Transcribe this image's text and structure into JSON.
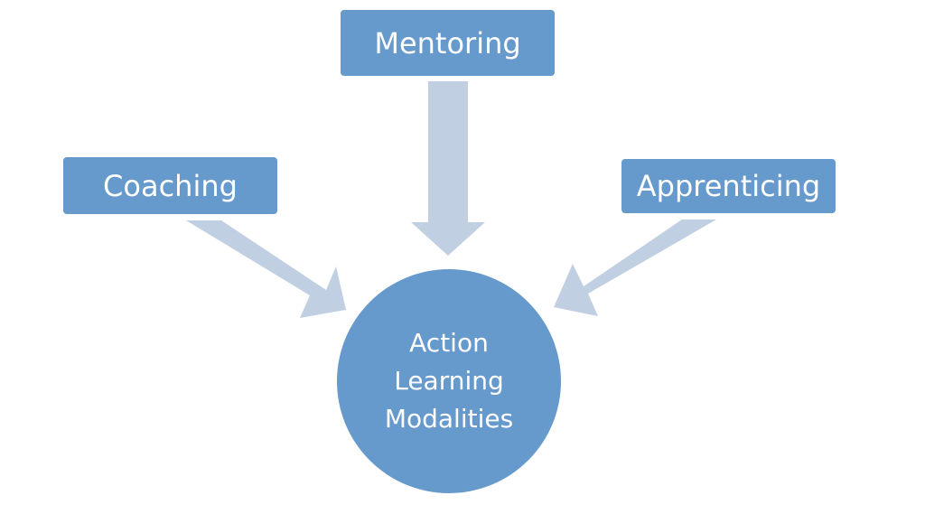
{
  "diagram": {
    "center": {
      "lines": [
        "Action",
        "Learning",
        "Modalities"
      ]
    },
    "nodes": [
      {
        "id": "mentoring",
        "label": "Mentoring"
      },
      {
        "id": "coaching",
        "label": "Coaching"
      },
      {
        "id": "apprenticing",
        "label": "Apprenticing"
      }
    ],
    "colors": {
      "node_fill": "#6699cc",
      "arrow_fill": "#c1cfe2",
      "text": "#ffffff"
    }
  }
}
